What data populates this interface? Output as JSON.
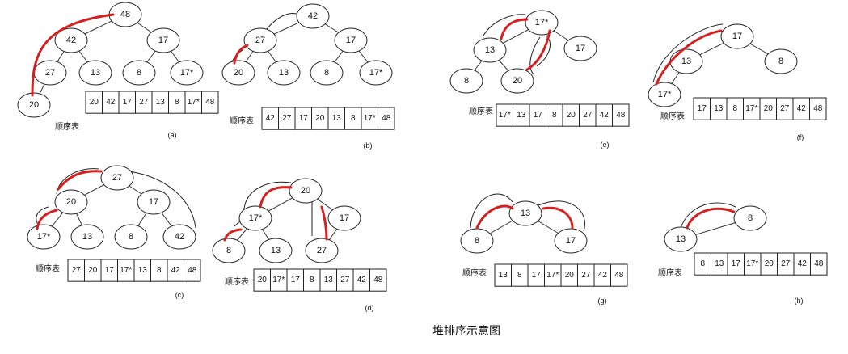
{
  "caption": "堆排序示意图",
  "colors": {
    "swap_arrow": "#d61f1f",
    "line": "#222222"
  },
  "panels": [
    {
      "label": "(a)",
      "table_label": "顺序表",
      "nodes": [
        "48",
        "42",
        "17",
        "27",
        "13",
        "8",
        "17*",
        "20"
      ],
      "cells": [
        "20",
        "42",
        "17",
        "27",
        "13",
        "8",
        "17*",
        "48"
      ]
    },
    {
      "label": "(b)",
      "table_label": "顺序表",
      "nodes": [
        "42",
        "27",
        "17",
        "20",
        "13",
        "8",
        "17*"
      ],
      "cells": [
        "42",
        "27",
        "17",
        "20",
        "13",
        "8",
        "17*",
        "48"
      ]
    },
    {
      "label": "(c)",
      "table_label": "顺序表",
      "nodes": [
        "27",
        "20",
        "17",
        "17*",
        "13",
        "8",
        "42"
      ],
      "cells": [
        "27",
        "20",
        "17",
        "17*",
        "13",
        "8",
        "42",
        "48"
      ]
    },
    {
      "label": "(d)",
      "table_label": "顺序表",
      "nodes": [
        "20",
        "17*",
        "17",
        "8",
        "13",
        "27"
      ],
      "cells": [
        "20",
        "17*",
        "17",
        "8",
        "13",
        "27",
        "42",
        "48"
      ]
    },
    {
      "label": "(e)",
      "table_label": "顺序表",
      "nodes": [
        "17*",
        "13",
        "17",
        "8",
        "20"
      ],
      "cells": [
        "17*",
        "13",
        "17",
        "8",
        "20",
        "27",
        "42",
        "48"
      ]
    },
    {
      "label": "(f)",
      "table_label": "顺序表",
      "nodes": [
        "17",
        "13",
        "8",
        "17*"
      ],
      "cells": [
        "17",
        "13",
        "8",
        "17*",
        "20",
        "27",
        "42",
        "48"
      ]
    },
    {
      "label": "(g)",
      "table_label": "顺序表",
      "nodes": [
        "13",
        "8",
        "17"
      ],
      "cells": [
        "13",
        "8",
        "17",
        "17*",
        "20",
        "27",
        "42",
        "48"
      ]
    },
    {
      "label": "(h)",
      "table_label": "顺序表",
      "nodes": [
        "8",
        "13"
      ],
      "cells": [
        "8",
        "13",
        "17",
        "17*",
        "20",
        "27",
        "42",
        "48"
      ]
    }
  ]
}
